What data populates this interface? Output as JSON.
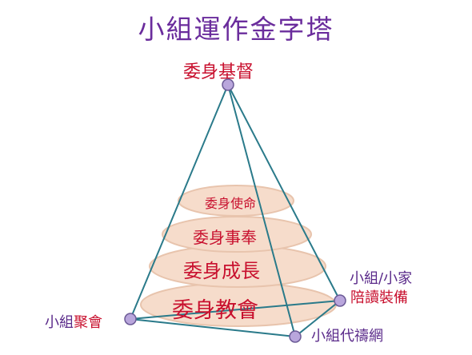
{
  "title": "小組運作金字塔",
  "apex": "委身基督",
  "layers": [
    "委身使命",
    "委身事奉",
    "委身成長",
    "委身教會"
  ],
  "corners": {
    "left_prefix": "小組",
    "left_suffix": "聚會",
    "right_line1": "小組/小家",
    "right_line2": "陪讀裝備",
    "front": "小組代禱網"
  },
  "colors": {
    "title": "#6a2c9c",
    "labels": "#c8102e",
    "corner_text": "#5a2a8a",
    "edges": "#2a7a8a",
    "disc_fill": "#f6dccb",
    "disc_stroke": "#e8c4ad",
    "vertex": "#b9a6dc"
  }
}
